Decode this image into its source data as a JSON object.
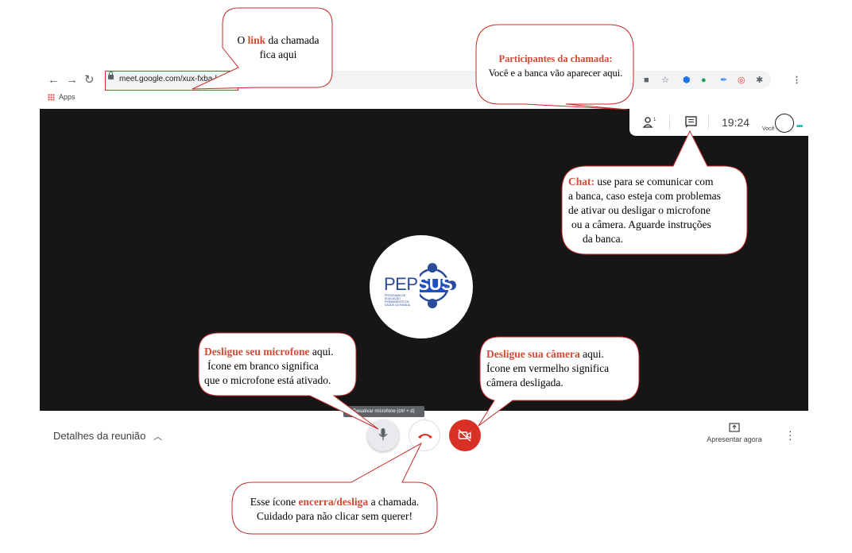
{
  "browser": {
    "url": "meet.google.com/xux-fxba-kva",
    "bookmark_apps": "Apps"
  },
  "meeting": {
    "time": "19:24",
    "self_label": "Você",
    "details_label": "Detalhes da reunião",
    "mic_tooltip": "Desativar microfone (ctrl + d)",
    "present_label": "Apresentar agora",
    "logo": {
      "left": "PEP",
      "right": "SUS",
      "subtitle": "PROGRAMA DE EDUCAÇÃO PERMANENTE EM SAÚDE DA FAMÍLIA"
    }
  },
  "callouts": {
    "link": {
      "prefix": "O ",
      "highlight": "link",
      "suffix": " da chamada",
      "line2": "fica aqui"
    },
    "participants": {
      "title": "Participantes da chamada:",
      "body": "Você e a banca vão aparecer aqui."
    },
    "chat": {
      "title": "Chat:",
      "line1": " use para se comunicar com",
      "line2": "a banca, caso esteja com problemas",
      "line3": "de ativar ou desligar o microfone",
      "line4": "ou a câmera. Aguarde instruções",
      "line5": "da banca."
    },
    "mic": {
      "title": "Desligue seu microfone",
      "line1": " aqui.",
      "line2": "Ícone em branco significa",
      "line3": "que o microfone está ativado."
    },
    "camera": {
      "title": "Desligue sua câmera",
      "line1": " aqui.",
      "line2": "Ícone em vermelho significa",
      "line3": "câmera desligada."
    },
    "hangup": {
      "prefix": "Esse ícone ",
      "highlight": "encerra/desliga",
      "suffix": " a chamada.",
      "line2": "Cuidado para não clicar sem querer!"
    }
  },
  "colors": {
    "accent_red": "#d04a35",
    "stage_bg": "#161616",
    "camera_off": "#d93025",
    "logo_blue": "#2a4a9a"
  },
  "icons": [
    "back-arrow-icon",
    "forward-arrow-icon",
    "reload-icon",
    "lock-icon",
    "camera-icon",
    "star-icon",
    "people-icon",
    "chat-icon",
    "mic-icon",
    "hangup-icon",
    "camera-off-icon",
    "present-icon",
    "more-vert-icon",
    "chevron-up-icon"
  ]
}
